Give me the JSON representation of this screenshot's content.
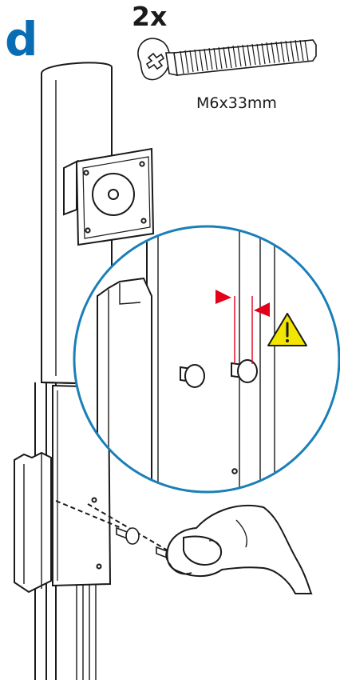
{
  "step": {
    "label": "d"
  },
  "hardware": {
    "quantity": "2x",
    "spec": "M6x33mm"
  },
  "colors": {
    "step_label": "#0a6db3",
    "detail_circle": "#1a7fb8",
    "gap_marker": "#e3001b",
    "warning_fill": "#f2e500"
  },
  "icons": [
    "screw-icon",
    "warning-triangle-icon",
    "hand-icon"
  ]
}
